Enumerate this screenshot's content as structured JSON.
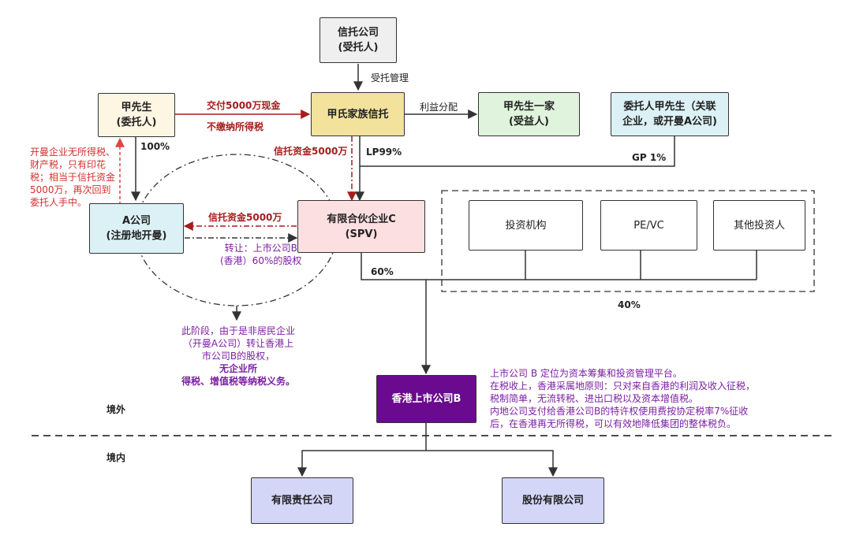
{
  "nodes": {
    "trust_company": [
      "信托公司",
      "(受托人)"
    ],
    "settlor": [
      "甲先生",
      "(委托人)"
    ],
    "family_trust": [
      "甲氏家族信托"
    ],
    "beneficiary": [
      "甲先生一家",
      "(受益人)"
    ],
    "gp_entity": [
      "委托人甲先生（关联",
      "企业，或开曼A公司)"
    ],
    "company_a": [
      "A公司",
      "(注册地开曼)"
    ],
    "spv": [
      "有限合伙企业C",
      "(SPV)"
    ],
    "investor_1": [
      "投资机构"
    ],
    "investor_2": [
      "PE/VC"
    ],
    "investor_3": [
      "其他投资人"
    ],
    "hk_listed": [
      "香港上市公司B"
    ],
    "llc": [
      "有限责任公司"
    ],
    "joint_stock": [
      "股份有限公司"
    ]
  },
  "edge_labels": {
    "trust_mgmt": "受托管理",
    "benefit": "利益分配",
    "cash_1": "交付5000万现金",
    "cash_2": "不缴纳所得税",
    "pct_100": "100%",
    "trust_funds_top": "信托资金5000万",
    "lp": "LP99%",
    "gp": "GP 1%",
    "trust_funds_mid": "信托资金5000万",
    "transfer": [
      "转让：上市公司B",
      "(香港）60%的股权"
    ],
    "pct_60": "60%",
    "pct_40": "40%"
  },
  "notes": {
    "cayman": [
      "开曼企业无所得税、",
      "财产税，只有印花",
      "税；相当于信托资金",
      "5000万，再次回到",
      "委托人手中。"
    ],
    "stage": [
      "此阶段，由于是非居民企业",
      "（开曼A公司）转让香港上",
      "市公司B的股权，"
    ],
    "stage_bold": [
      "无企业所",
      "得税、增值税等纳税义务。"
    ],
    "hk": [
      "上市公司 B 定位为资本筹集和投资管理平台。",
      "在税收上，香港采属地原则：只对来自香港的利润及收入征税，",
      "税制简单，无流转税、进出口税以及资本增值税。",
      "内地公司支付给香港公司B的特许权使用费按协定税率7%征收",
      "后，在香港再无所得税，可以有效地降低集团的整体税负。"
    ]
  },
  "regions": {
    "offshore": "境外",
    "onshore": "境内"
  },
  "colors": {
    "trust_company": "#efefef",
    "settlor": "#fdf6e3",
    "family_trust": "#f2e29b",
    "beneficiary": "#e0f3dc",
    "gp_entity": "#dcf1f5",
    "company_a": "#dcf1f5",
    "spv": "#fbdfe1",
    "hk_listed": "#6a0a8e",
    "subsidiary": "#d4d6f7",
    "red_line": "#a51d1d",
    "red_dash": "#e35d5d",
    "purple_text": "#7b1fa2"
  }
}
